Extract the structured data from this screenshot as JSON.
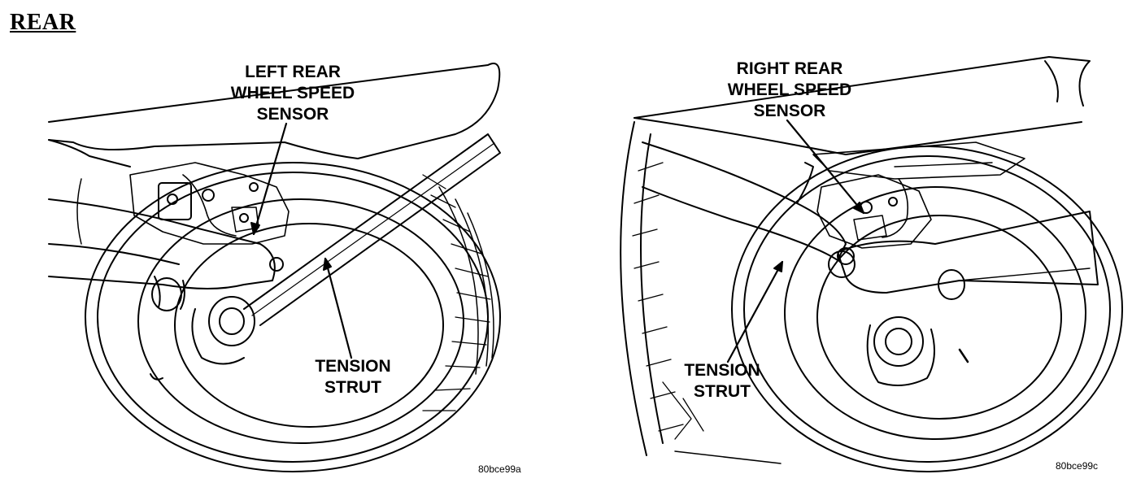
{
  "heading": "REAR",
  "colors": {
    "ink": "#000000",
    "paper": "#ffffff"
  },
  "left_panel": {
    "sensor_callout": [
      "LEFT REAR",
      "WHEEL SPEED",
      "SENSOR"
    ],
    "strut_callout": [
      "TENSION",
      "STRUT"
    ],
    "figure_code": "80bce99a"
  },
  "right_panel": {
    "sensor_callout": [
      "RIGHT REAR",
      "WHEEL SPEED",
      "SENSOR"
    ],
    "strut_callout": [
      "TENSION",
      "STRUT"
    ],
    "figure_code": "80bce99c"
  }
}
